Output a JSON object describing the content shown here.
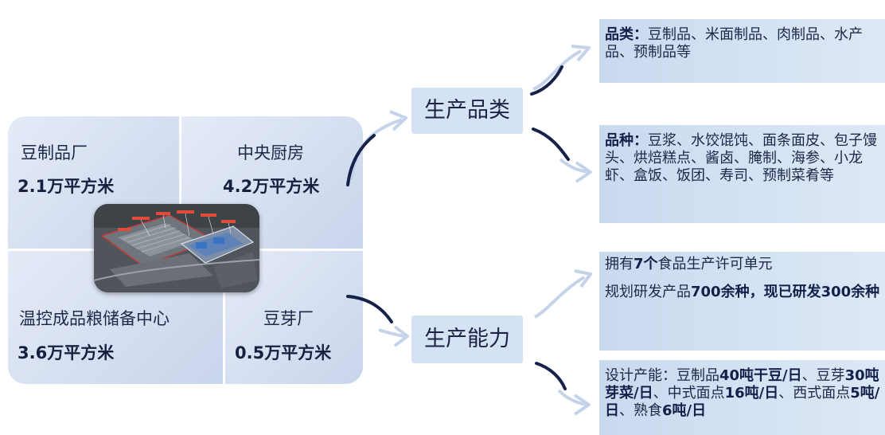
{
  "facilities": [
    {
      "name": "豆制品厂",
      "area": "2.1万平方米"
    },
    {
      "name": "中央厨房",
      "area": "4.2万平方米"
    },
    {
      "name": "温控成品粮储备中心",
      "area": "3.6万平方米"
    },
    {
      "name": "豆芽厂",
      "area": "0.5万平方米"
    }
  ],
  "categories": {
    "production_types": "生产品类",
    "production_capacity": "生产能力"
  },
  "boxes": {
    "product_category_label": "品类：",
    "product_category_text": "豆制品、米面制品、肉制品、水产品、预制品等",
    "product_variety_label": "品种：",
    "product_variety_text": "豆浆、水饺馄饨、面条面皮、包子馒头、烘焙糕点、酱卤、腌制、海参、小龙虾、盒饭、饭团、寿司、预制菜肴等",
    "license_prefix": "拥有",
    "license_count": "7个",
    "license_suffix": "食品生产许可单元",
    "rd_prefix": "规划研发产品",
    "rd_planned": "700余种",
    "rd_middle": "，现已研发",
    "rd_done": "300余种",
    "cap_prefix": "设计产能：豆制品",
    "cap_1": "40吨干豆/日",
    "cap_sep1": "、豆芽",
    "cap_2": "30吨芽菜/日",
    "cap_sep2": "、中式面点",
    "cap_3": "16吨/日",
    "cap_sep3": "、西式面点",
    "cap_4": "5吨/日",
    "cap_sep4": "、熟食",
    "cap_5": "6吨/日"
  },
  "colors": {
    "cell_bg": "#d3ddf0",
    "pill_bg": "#d5e2f3",
    "box_bg": "#d3e1f2",
    "arrow": "#16224a",
    "arrow_light": "#c5d3ea"
  }
}
